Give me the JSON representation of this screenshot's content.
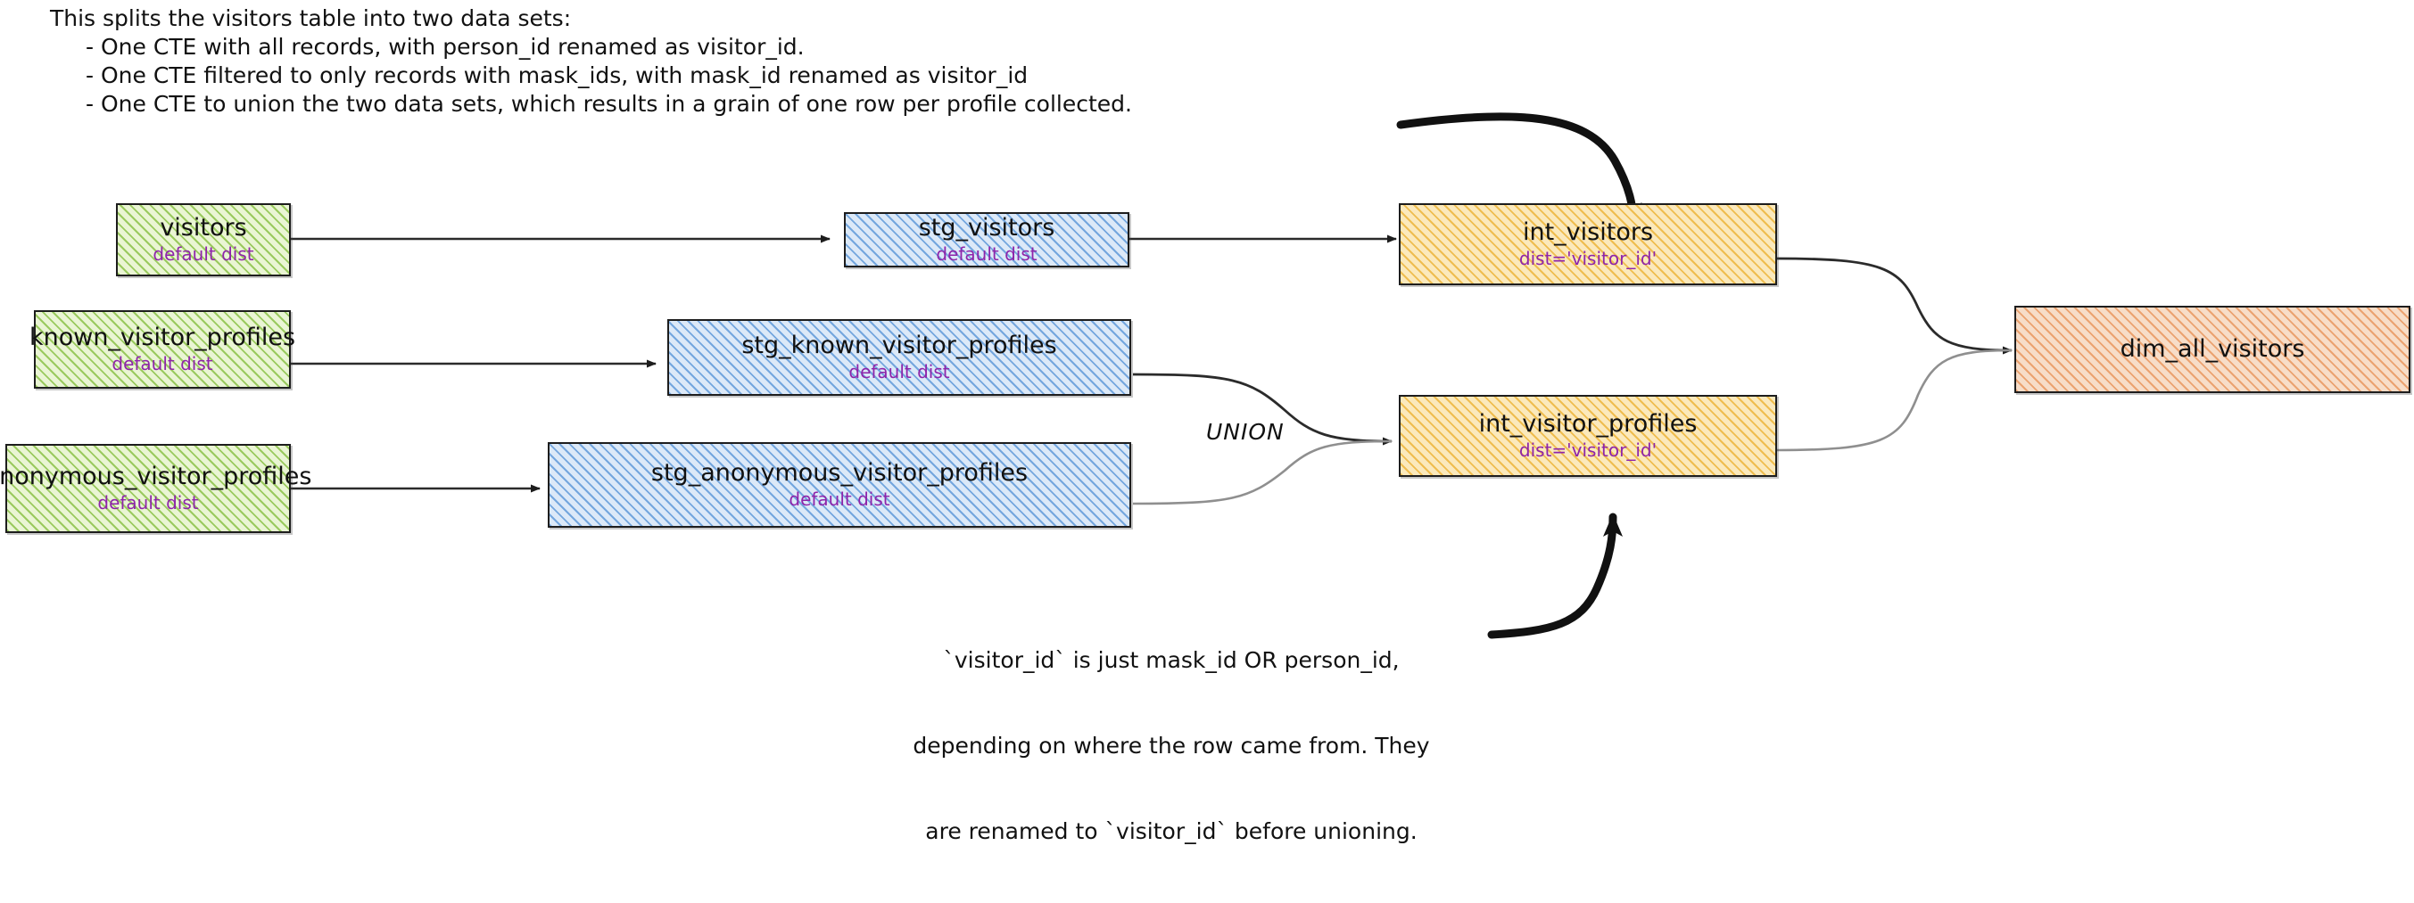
{
  "header": {
    "lines": [
      "This splits the visitors table into two data sets:",
      "- One CTE with all records, with person_id renamed as visitor_id.",
      "- One CTE filtered to only records with mask_ids, with mask_id renamed as visitor_id",
      "- One CTE to union the two data sets, which results in a grain of one row per profile collected."
    ]
  },
  "nodes": {
    "visitors": {
      "title": "visitors",
      "sub": "default dist",
      "kind": "source"
    },
    "known": {
      "title": "known_visitor_profiles",
      "sub": "default dist",
      "kind": "source"
    },
    "anonymous": {
      "title": "anonymous_visitor_profiles",
      "sub": "default dist",
      "kind": "source"
    },
    "stg_visitors": {
      "title": "stg_visitors",
      "sub": "default dist",
      "kind": "staging"
    },
    "stg_known": {
      "title": "stg_known_visitor_profiles",
      "sub": "default dist",
      "kind": "staging"
    },
    "stg_anonymous": {
      "title": "stg_anonymous_visitor_profiles",
      "sub": "default dist",
      "kind": "staging"
    },
    "int_visitors": {
      "title": "int_visitors",
      "sub": "dist='visitor_id'",
      "kind": "intermediate"
    },
    "int_profiles": {
      "title": "int_visitor_profiles",
      "sub": "dist='visitor_id'",
      "kind": "intermediate"
    },
    "dim_all": {
      "title": "dim_all_visitors",
      "sub": "",
      "kind": "mart"
    }
  },
  "labels": {
    "union": "UNION"
  },
  "footnote": {
    "lines": [
      "`visitor_id` is just mask_id OR person_id,",
      "depending on where the row came from. They",
      "are renamed to `visitor_id` before unioning."
    ]
  },
  "colors": {
    "source_fill": "#eaf5d4",
    "source_hatch": "#8cc34a",
    "staging_fill": "#dce9f8",
    "staging_hatch": "#5a96d7",
    "intermediate_fill": "#fbe9bc",
    "intermediate_hatch": "#edb53c",
    "mart_fill": "#f7ddc8",
    "mart_hatch": "#e8945a",
    "dist_text": "#8e24aa",
    "stroke": "#1d1d1d",
    "background": "#ffffff"
  }
}
